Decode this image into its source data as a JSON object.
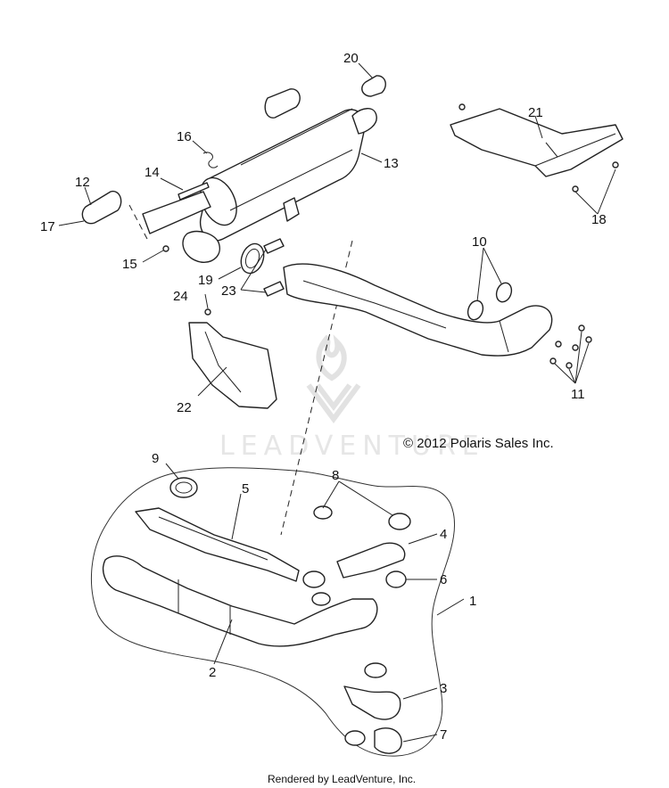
{
  "copyright": "© 2012 Polaris Sales Inc.",
  "footer": "Rendered by LeadVenture, Inc.",
  "watermark": "LEADVENTURE",
  "callouts": [
    {
      "id": "c20",
      "text": "20"
    },
    {
      "id": "c21",
      "text": "21"
    },
    {
      "id": "c16",
      "text": "16"
    },
    {
      "id": "c13",
      "text": "13"
    },
    {
      "id": "c14",
      "text": "14"
    },
    {
      "id": "c12",
      "text": "12"
    },
    {
      "id": "c17",
      "text": "17"
    },
    {
      "id": "c18",
      "text": "18"
    },
    {
      "id": "c15",
      "text": "15"
    },
    {
      "id": "c10",
      "text": "10"
    },
    {
      "id": "c19",
      "text": "19"
    },
    {
      "id": "c23",
      "text": "23"
    },
    {
      "id": "c24",
      "text": "24"
    },
    {
      "id": "c11",
      "text": "11"
    },
    {
      "id": "c22",
      "text": "22"
    },
    {
      "id": "c9",
      "text": "9"
    },
    {
      "id": "c5",
      "text": "5"
    },
    {
      "id": "c8",
      "text": "8"
    },
    {
      "id": "c4",
      "text": "4"
    },
    {
      "id": "c6",
      "text": "6"
    },
    {
      "id": "c1",
      "text": "1"
    },
    {
      "id": "c2",
      "text": "2"
    },
    {
      "id": "c3",
      "text": "3"
    },
    {
      "id": "c7",
      "text": "7"
    }
  ]
}
